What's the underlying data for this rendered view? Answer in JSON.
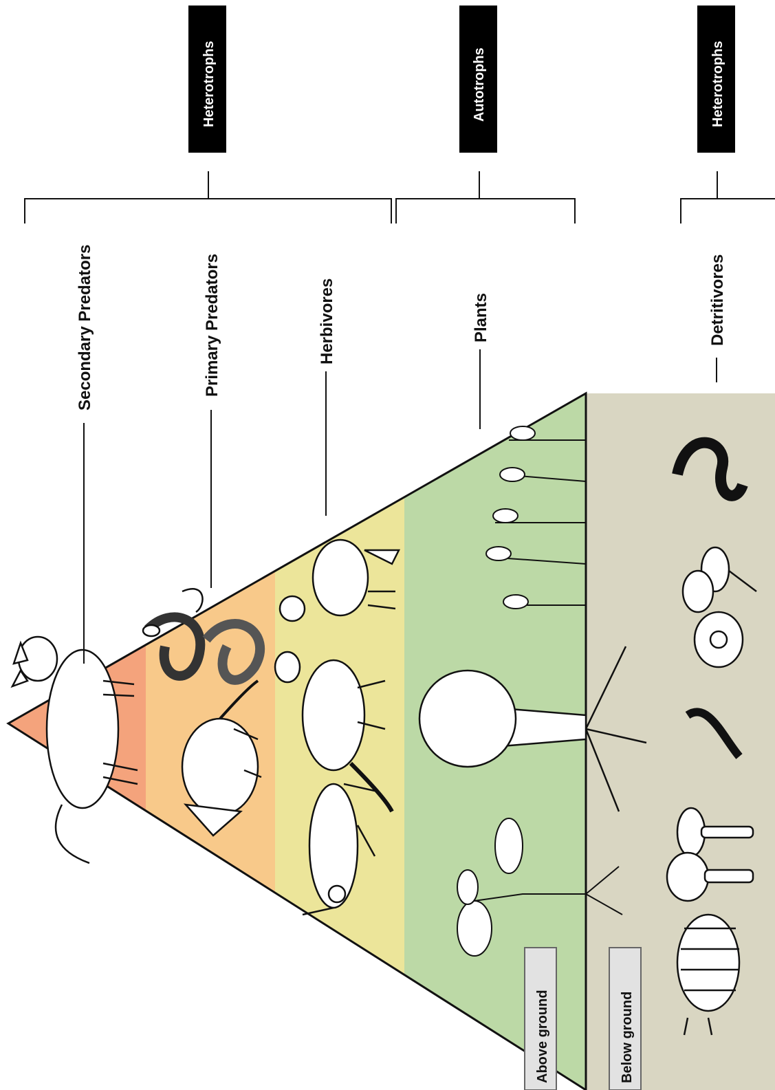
{
  "levels": {
    "secondary_predators": "Secondary Predators",
    "primary_predators": "Primary Predators",
    "herbivores": "Herbivores",
    "plants": "Plants",
    "detritivores": "Detritivores"
  },
  "groups": {
    "top": "Heterotrophs",
    "middle": "Autotrophs",
    "bottom": "Heterotrophs"
  },
  "ground": {
    "above": "Above ground",
    "below": "Below ground"
  },
  "colors": {
    "secondary_predators_band": "#F4A37C",
    "primary_predators_band": "#F8C98A",
    "herbivores_band": "#ECE59A",
    "plants_band": "#BCD9A6",
    "soil": "#D9D6C2",
    "group_box": "#000000",
    "ground_tag": "#E2E2E2"
  },
  "icons": [
    "fox-icon",
    "snake-icon",
    "bandicoot-icon",
    "bird-icon",
    "kangaroo-icon",
    "grasshopper-icon",
    "shrub-icon",
    "tree-icon",
    "seedling-icon",
    "worm-icon",
    "bacteria-icon",
    "protist-icon",
    "centipede-icon",
    "mushroom-icon",
    "woodlouse-icon"
  ]
}
